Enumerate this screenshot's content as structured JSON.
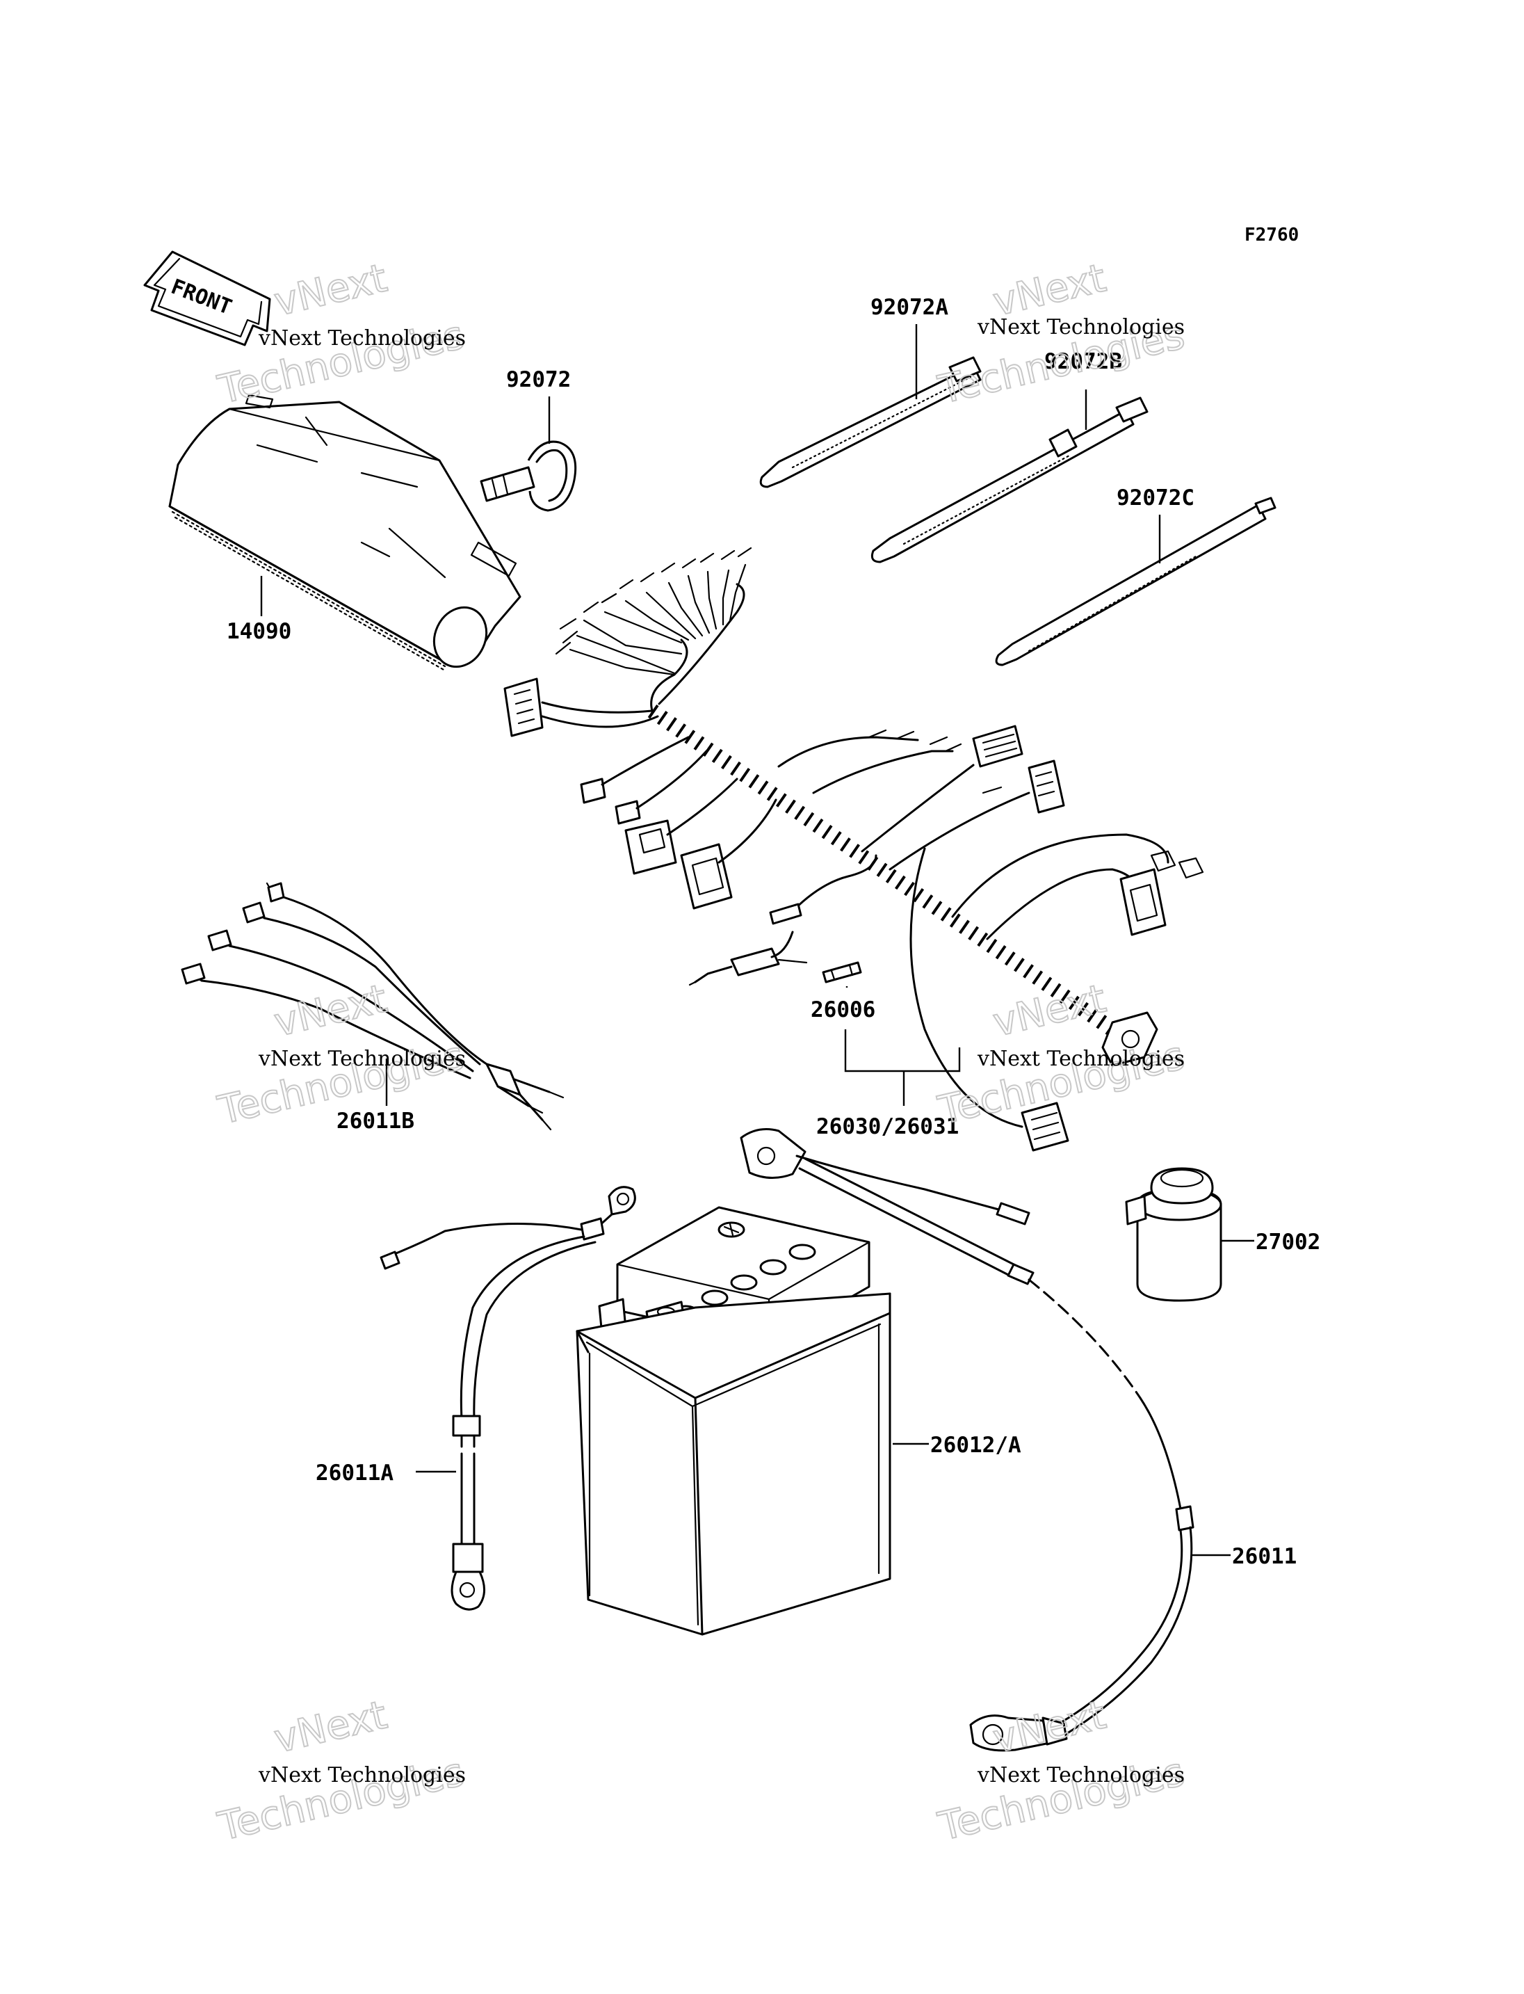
{
  "figure_code": "F2760",
  "front_label": "FRONT",
  "parts": {
    "p14090": "14090",
    "p92072": "92072",
    "p92072A": "92072A",
    "p92072B": "92072B",
    "p92072C": "92072C",
    "p26006": "26006",
    "p26030": "26030/26031",
    "p26011B": "26011B",
    "p27002": "27002",
    "p26012": "26012/A",
    "p26011A": "26011A",
    "p26011": "26011"
  },
  "watermark": {
    "line1": "vNext Technologies",
    "big_line1": "vNext",
    "big_line2": "Technologies"
  }
}
